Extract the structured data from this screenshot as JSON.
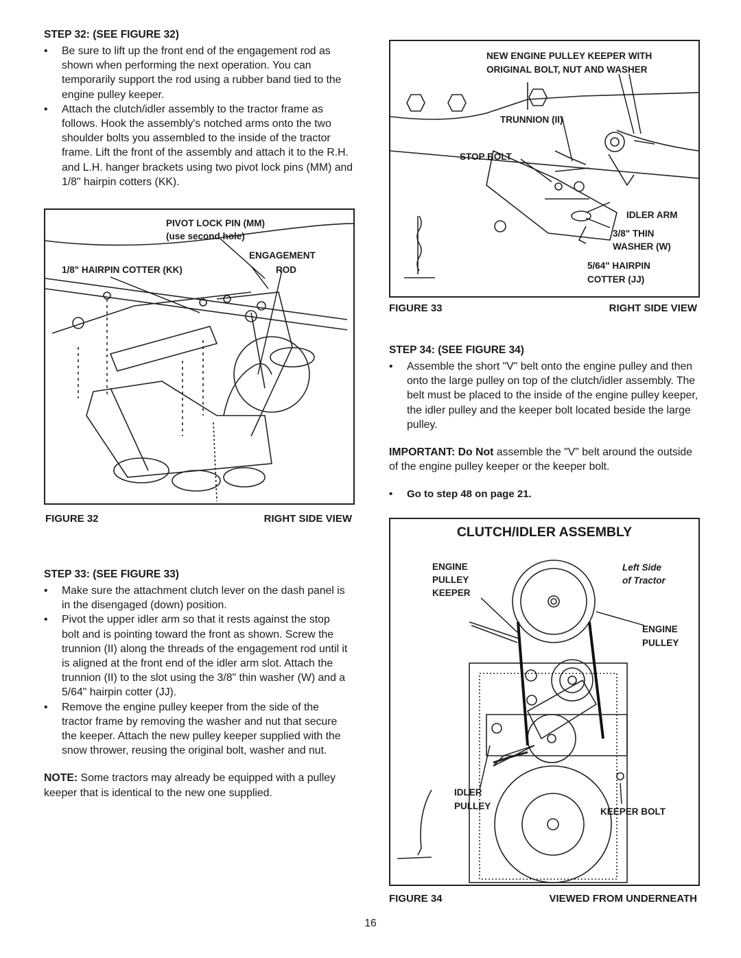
{
  "step32": {
    "title": "STEP 32: (SEE FIGURE 32)",
    "bullets": [
      "Be sure to lift up the front end of the engagement rod as shown when performing the next operation. You can temporarily support the rod using a rubber band tied to the engine pulley keeper.",
      "Attach the clutch/idler assembly to the tractor frame as follows. Hook the assembly's notched arms onto the two shoulder bolts you assembled to the inside of the tractor frame. Lift the front of the assembly and attach it to the R.H. and L.H. hanger brackets using two pivot lock pins (MM) and 1/8\" hairpin cotters (KK)."
    ]
  },
  "figure32": {
    "labels": {
      "pivot_pin": "PIVOT LOCK PIN (MM)",
      "pivot_pin_note": "(use second hole)",
      "engagement": "ENGAGEMENT",
      "rod": "ROD",
      "hairpin": "1/8\" HAIRPIN COTTER (KK)"
    },
    "caption_left": "FIGURE 32",
    "caption_right": "RIGHT SIDE VIEW"
  },
  "step33": {
    "title": "STEP 33: (SEE FIGURE 33)",
    "bullets": [
      "Make sure the attachment clutch lever on the dash panel is in the disengaged (down) position.",
      "Pivot the upper idler arm so that it rests against the stop bolt and is pointing toward the front as shown. Screw the trunnion (II) along the threads of the engagement rod until it is aligned at the front end of the idler arm slot. Attach the trunnion (II) to the slot using the 3/8\" thin washer (W) and a 5/64\" hairpin cotter (JJ).",
      "Remove the engine pulley keeper from the side of the tractor frame by removing the washer and nut that secure the keeper. Attach the new pulley keeper supplied with the snow thrower, reusing the original bolt, washer and nut."
    ],
    "note_label": "NOTE:",
    "note_text": " Some tractors may already be equipped with a pulley keeper that is identical to the new one supplied."
  },
  "figure33": {
    "labels": {
      "keeper_line1": "NEW ENGINE PULLEY KEEPER WITH",
      "keeper_line2": "ORIGINAL BOLT, NUT AND WASHER",
      "trunnion": "TRUNNION (II)",
      "stop_bolt": "STOP BOLT",
      "idler_arm": "IDLER ARM",
      "washer_line1": "3/8\" THIN",
      "washer_line2": "WASHER (W)",
      "hairpin_line1": "5/64\" HAIRPIN",
      "hairpin_line2": "COTTER (JJ)"
    },
    "caption_left": "FIGURE 33",
    "caption_right": "RIGHT SIDE VIEW"
  },
  "step34": {
    "title": "STEP 34: (SEE FIGURE 34)",
    "bullets": [
      "Assemble the short \"V\" belt onto the engine pulley and then onto the large pulley on top of the clutch/idler assembly. The belt must be placed to the inside of the engine pulley keeper, the idler pulley and the keeper bolt located beside the large pulley."
    ],
    "important_label": "IMPORTANT:",
    "important_emph": "Do Not",
    "important_text": " assemble the \"V\" belt around the outside of the engine pulley keeper or the keeper bolt.",
    "goto": "Go to step 48 on page 21."
  },
  "figure34": {
    "heading": "CLUTCH/IDLER ASSEMBLY",
    "labels": {
      "keeper_1": "ENGINE",
      "keeper_2": "PULLEY",
      "keeper_3": "KEEPER",
      "left_side_1": "Left Side",
      "left_side_2": "of Tractor",
      "engine_pulley_1": "ENGINE",
      "engine_pulley_2": "PULLEY",
      "idler_1": "IDLER",
      "idler_2": "PULLEY",
      "keeper_bolt": "KEEPER BOLT"
    },
    "caption_left": "FIGURE 34",
    "caption_right": "VIEWED FROM UNDERNEATH"
  },
  "page_number": "16"
}
